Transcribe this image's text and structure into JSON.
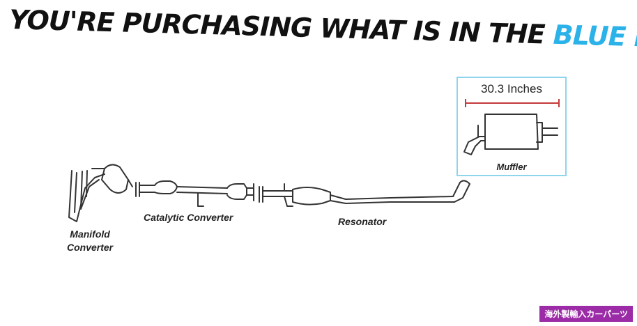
{
  "headline": {
    "main": "YOU'RE PURCHASING WHAT IS IN THE",
    "accent": "BLUE BOX"
  },
  "labels": {
    "manifold_line1": "Manifold",
    "manifold_line2": "Converter",
    "catalytic": "Catalytic Converter",
    "resonator": "Resonator",
    "muffler": "Muffler"
  },
  "dimension": "30.3 Inches",
  "badge": "海外製輸入カーパーツ",
  "colors": {
    "accent_blue": "#2bb2e8",
    "box_border": "#8fd4ec",
    "dimension_line": "#c43a3a",
    "badge_bg": "#9b2ba6"
  }
}
